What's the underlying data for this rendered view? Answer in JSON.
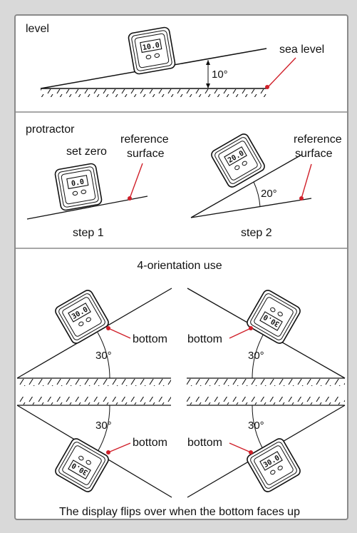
{
  "panel1": {
    "title": "level",
    "sea_level_label": "sea level",
    "angle_label": "10°",
    "device_reading": "10.0"
  },
  "panel2": {
    "title": "protractor",
    "set_zero_label": "set zero",
    "reference_surface_left": [
      "reference",
      "surface"
    ],
    "reference_surface_right": [
      "reference",
      "surface"
    ],
    "angle_label": "20°",
    "step1_label": "step 1",
    "step2_label": "step 2",
    "device_reading_left": "0.0",
    "device_reading_right": "20.0"
  },
  "panel3": {
    "title": "4-orientation use",
    "bottom_labels": [
      "bottom",
      "bottom",
      "bottom",
      "bottom"
    ],
    "angle_labels": [
      "30°",
      "30°",
      "30°",
      "30°"
    ],
    "device_reading": "30.0",
    "caption": "The display flips over when the bottom faces up"
  },
  "colors": {
    "accent_dot": "#d0202a",
    "line": "#111111",
    "panel_border": "#8a8a8a"
  }
}
